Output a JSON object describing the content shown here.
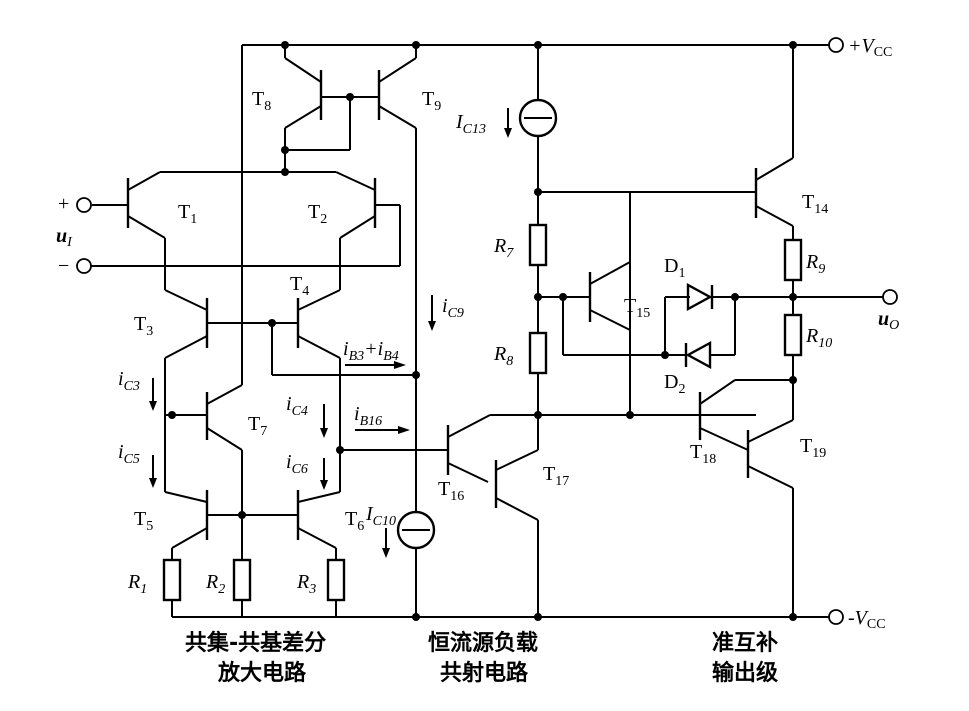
{
  "supply": {
    "vcc_pos": "+V",
    "vcc_neg": "-V",
    "sub": "CC"
  },
  "input": {
    "plus": "+",
    "minus": "−",
    "u": "u",
    "u_sub": "I"
  },
  "output": {
    "u": "u",
    "u_sub": "O"
  },
  "transistors": {
    "t1": "1",
    "t2": "2",
    "t3": "3",
    "t4": "4",
    "t5": "5",
    "t6": "6",
    "t7": "7",
    "t8": "8",
    "t9": "9",
    "t14": "14",
    "t15": "15",
    "t16": "16",
    "t17": "17",
    "t18": "18",
    "t19": "19"
  },
  "resistors": {
    "r1": "1",
    "r2": "2",
    "r3": "3",
    "r7": "7",
    "r8": "8",
    "r9": "9",
    "r10": "10"
  },
  "diodes": {
    "d1": "1",
    "d2": "2"
  },
  "currents": {
    "ic13": "C13",
    "ic10": "C10",
    "ic9": "C9",
    "ic3": "C3",
    "ic5": "C5",
    "ic4": "C4",
    "ic6": "C6",
    "ib3": "B3",
    "ib4": "B4",
    "ib16": "B16"
  },
  "sections": {
    "diff_amp_line1": "共集-共基差分",
    "diff_amp_line2": "放大电路",
    "ce_stage_line1": "恒流源负载",
    "ce_stage_line2": "共射电路",
    "output_line1": "准互补",
    "output_line2": "输出级"
  }
}
